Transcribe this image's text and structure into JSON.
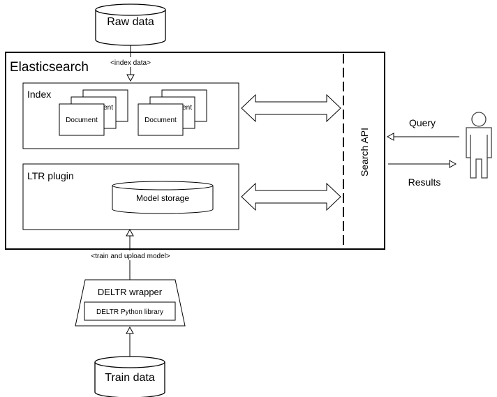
{
  "nodes": {
    "raw_data": "Raw data",
    "elasticsearch": "Elasticsearch",
    "index": "Index",
    "document": "Document",
    "document_partial": "ent",
    "ltr_plugin": "LTR plugin",
    "model_storage": "Model storage",
    "search_api": "Search API",
    "deltr_wrapper": "DELTR wrapper",
    "deltr_library": "DELTR Python library",
    "train_data": "Train data"
  },
  "edges": {
    "index_data": "<index data>",
    "train_upload": "<train and upload model>",
    "query": "Query",
    "results": "Results"
  },
  "colors": {
    "stroke": "#000000",
    "fill": "#ffffff",
    "user_stroke": "#404040"
  }
}
